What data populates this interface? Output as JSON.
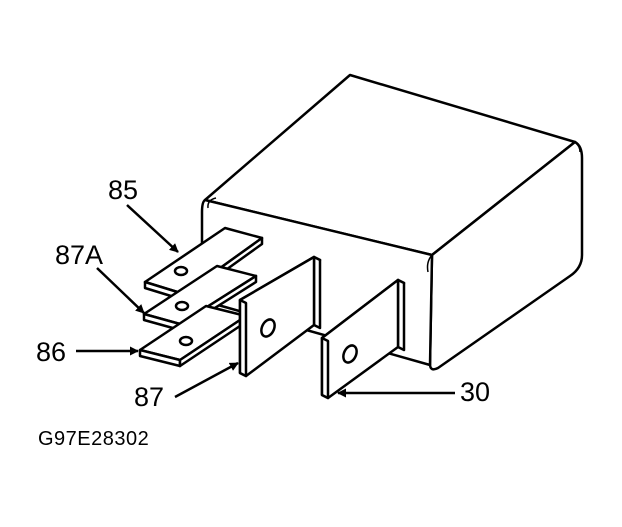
{
  "labels": {
    "pin_85": "85",
    "pin_87a": "87A",
    "pin_86": "86",
    "pin_87": "87",
    "pin_30": "30"
  },
  "figure_code": "G97E28302"
}
